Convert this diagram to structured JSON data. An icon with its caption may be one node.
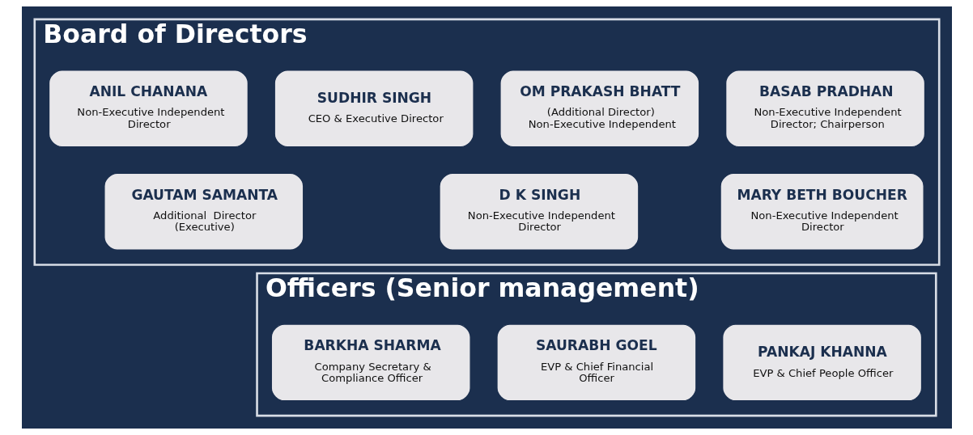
{
  "diagram": {
    "nodes": [
      {
        "text": [
          "Board of Directors"
        ]
      },
      {
        "text": [
          "BASAB PRADHAN",
          "Non-Executive Independent Director; Chairperson"
        ],
        "in": 0
      },
      {
        "text": [
          "OM PRAKASH BHATT",
          "(Additional Director) Non-Executive Independent"
        ],
        "in": 0
      },
      {
        "text": [
          "SUDHIR SINGH",
          "CEO & Executive Director"
        ],
        "in": 0
      },
      {
        "text": [
          "ANIL CHANANA",
          "Non-Executive Independent Director"
        ],
        "in": 0
      },
      {
        "text": [
          "MARY BETH BOUCHER",
          "Non-Executive Independent Director"
        ],
        "in": 0
      },
      {
        "text": [
          "D K SINGH",
          "Non-Executive Independent Director"
        ],
        "in": 0
      },
      {
        "text": [
          "GAUTAM SAMANTA",
          "Additional  Director (Executive)"
        ],
        "in": 0
      },
      {
        "text": [
          "Officers (Senior management)"
        ]
      },
      {
        "text": [
          "PANKAJ KHANNA",
          "EVP & Chief People Officer"
        ],
        "in": 8
      },
      {
        "text": [
          "SAURABH GOEL",
          "EVP & Chief Financial Officer"
        ],
        "in": 8
      },
      {
        "text": [
          "BARKHA SHARMA",
          "Company Secretary & Compliance Officer"
        ],
        "in": 8
      }
    ]
  }
}
